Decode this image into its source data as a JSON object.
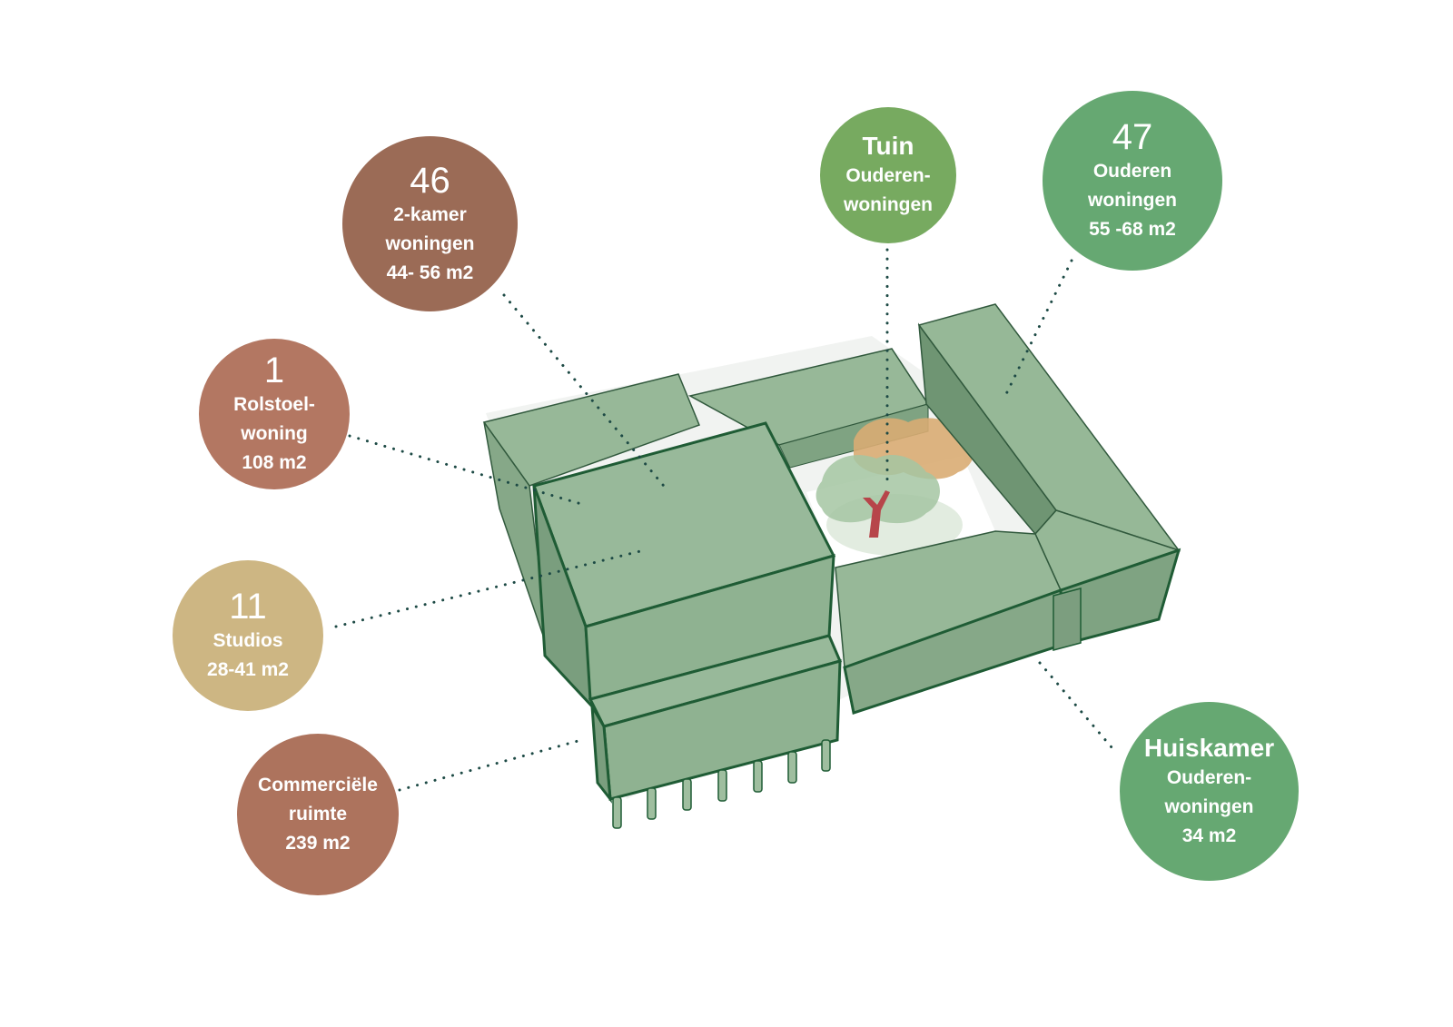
{
  "colors": {
    "brown": "#9b6b56",
    "terracotta": "#b37762",
    "sand": "#cdb683",
    "rust": "#ad735d",
    "green_light": "#77aa60",
    "green_mid": "#66a872",
    "building_fill": "#8fb291",
    "building_top": "#98b99a",
    "building_edge": "#1f5c35",
    "courtyard": "#ffffff",
    "tree_canopy_top": "#d9ac73",
    "tree_canopy_green": "#a5c5a2",
    "tree_trunk": "#b7454a",
    "leader_line": "#1d4a45"
  },
  "labels": {
    "kamer2": {
      "number": "46",
      "lines": [
        "2-kamer",
        "woningen",
        "44- 56 m2"
      ]
    },
    "rolstoel": {
      "number": "1",
      "lines": [
        "Rolstoel-",
        "woning",
        "108 m2"
      ]
    },
    "studios": {
      "number": "11",
      "lines": [
        "Studios",
        "28-41 m2"
      ]
    },
    "commercieel": {
      "lines": [
        "Commerciële",
        "ruimte",
        "239 m2"
      ]
    },
    "tuin": {
      "title": "Tuin",
      "lines": [
        "Ouderen-",
        "woningen"
      ]
    },
    "ouderen": {
      "number": "47",
      "lines": [
        "Ouderen",
        "woningen",
        "55 -68 m2"
      ]
    },
    "huiskamer": {
      "title": "Huiskamer",
      "lines": [
        "Ouderen-",
        "woningen",
        "34 m2"
      ]
    }
  }
}
